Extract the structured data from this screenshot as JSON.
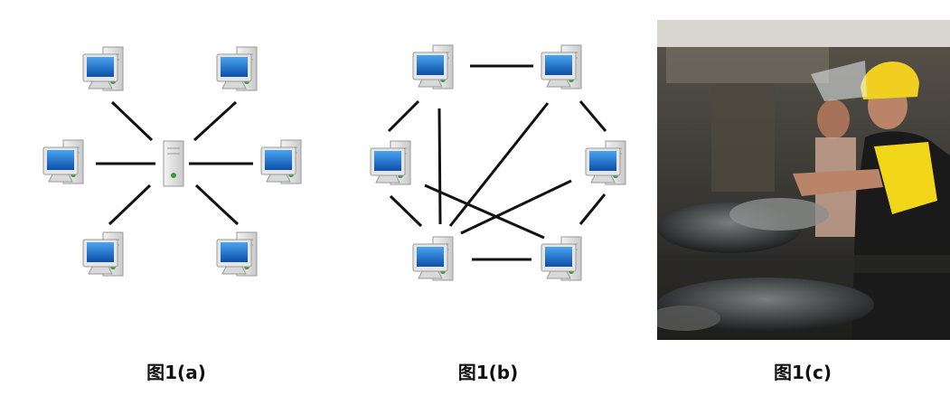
{
  "captions": {
    "a": "图1(a)",
    "b": "图1(b)",
    "c": "图1(c)"
  },
  "colors": {
    "screen_blue": "#1e73d2",
    "edge": "#111111"
  },
  "photo": {
    "description_icon": "cook-with-wok-photo"
  }
}
